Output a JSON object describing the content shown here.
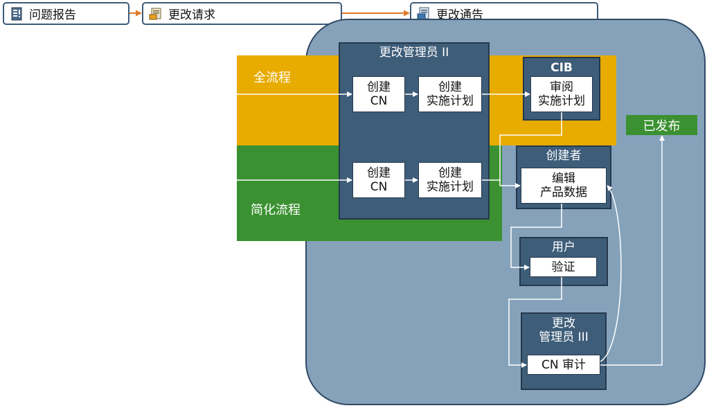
{
  "breadcrumbs": [
    {
      "label": "问题报告",
      "icon": "problem-report-icon"
    },
    {
      "label": "更改请求",
      "icon": "change-request-icon"
    },
    {
      "label": "更改通告",
      "icon": "change-notice-icon"
    }
  ],
  "bands": {
    "full": "全流程",
    "simple": "简化流程"
  },
  "manager2": {
    "title": "更改管理员 II",
    "full_create_cn": {
      "line1": "创建",
      "line2": "CN"
    },
    "full_create_plan": {
      "line1": "创建",
      "line2": "实施计划"
    },
    "simple_create_cn": {
      "line1": "创建",
      "line2": "CN"
    },
    "simple_create_plan": {
      "line1": "创建",
      "line2": "实施计划"
    }
  },
  "cib": {
    "title": "CIB",
    "task": {
      "line1": "审阅",
      "line2": "实施计划"
    }
  },
  "creator": {
    "title": "创建者",
    "task": {
      "line1": "编辑",
      "line2": "产品数据"
    }
  },
  "user": {
    "title": "用户",
    "task": "验证"
  },
  "manager3": {
    "title_line1": "更改",
    "title_line2": "管理员 III",
    "task": "CN 审计"
  },
  "published": "已发布",
  "colors": {
    "full_band": "#e8ab00",
    "simple_band": "#3b9131",
    "panel": "#86a2bb",
    "role_box": "#3e5d79",
    "crumb_arrow": "#e07a2a"
  }
}
